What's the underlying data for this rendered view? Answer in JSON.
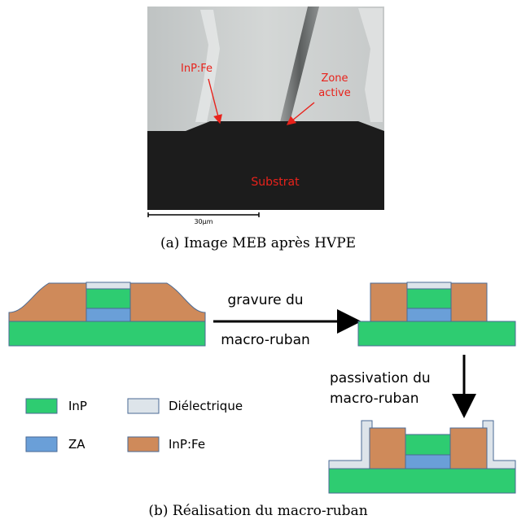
{
  "figure": {
    "sem": {
      "caption": "(a) Image MEB après HVPE",
      "labels": {
        "inpfe": "InP:Fe",
        "zone_line1": "Zone",
        "zone_line2": "active",
        "substrat": "Substrat",
        "scale_bar": "30µm"
      }
    },
    "schematic": {
      "caption": "(b) Réalisation du macro-ruban",
      "step1_line1": "gravure du",
      "step1_line2": "macro-ruban",
      "step2_line1": "passivation du",
      "step2_line2": "macro-ruban"
    },
    "legend": {
      "items": [
        {
          "label": "InP",
          "color": "#2ecc71"
        },
        {
          "label": "Diélectrique",
          "color": "#dde4ea"
        },
        {
          "label": "ZA",
          "color": "#6a9fd8"
        },
        {
          "label": "InP:Fe",
          "color": "#cf8a5a"
        }
      ]
    },
    "colors": {
      "annotation_red": "#e8221b",
      "outline_blue": "#4a6a94",
      "sem_dark": "#1c1c1c",
      "sem_light": "#cfd2d2"
    }
  }
}
